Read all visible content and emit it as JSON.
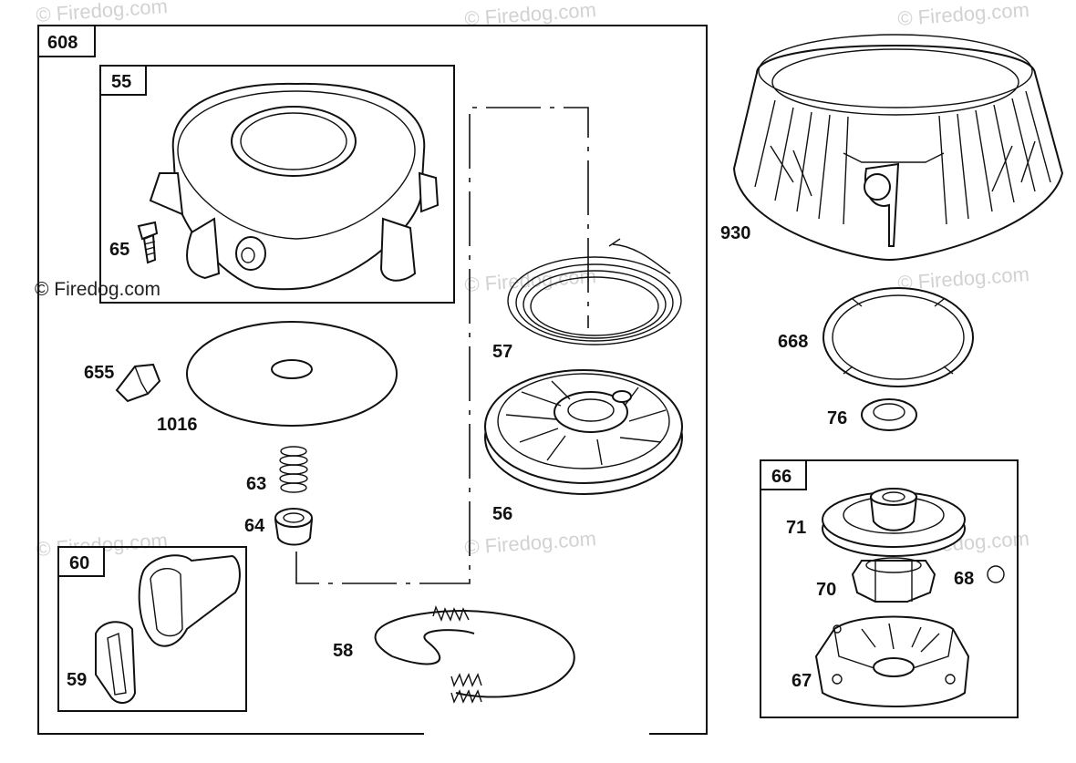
{
  "watermarks": [
    "© Firedog.com",
    "© Firedog.com",
    "© Firedog.com",
    "© Firedog.com",
    "© Firedog.com",
    "© Firedog.com",
    "© Firedog.com",
    "© Firedog.com"
  ],
  "copyright": "© Firedog.com",
  "boxes": {
    "outer": "608",
    "housing": "55",
    "handle": "60",
    "clutch": "66"
  },
  "parts": {
    "p65": "65",
    "p655": "655",
    "p1016": "1016",
    "p63": "63",
    "p64": "64",
    "p59": "59",
    "p57": "57",
    "p56": "56",
    "p58": "58",
    "p930": "930",
    "p668": "668",
    "p76": "76",
    "p71": "71",
    "p70": "70",
    "p68": "68",
    "p67": "67"
  }
}
